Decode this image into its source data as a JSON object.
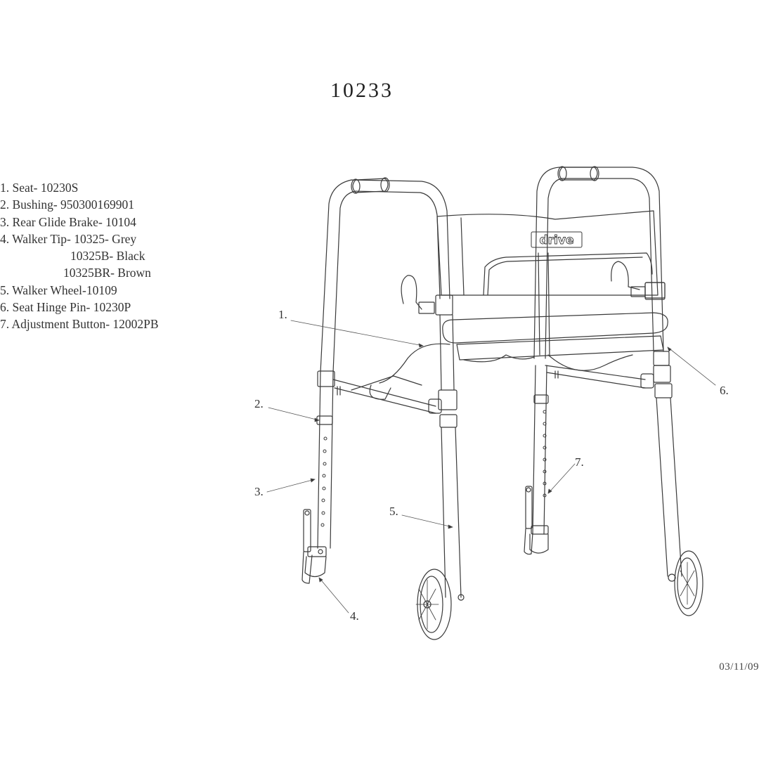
{
  "diagram": {
    "title": "10233",
    "date": "03/11/09",
    "brand_logo_text": "drive",
    "parts": [
      {
        "number": "1.",
        "text": "1. Seat- 10230S"
      },
      {
        "number": "2.",
        "text": "2. Bushing- 950300169901"
      },
      {
        "number": "3.",
        "text": "3. Rear Glide Brake- 10104"
      },
      {
        "number": "4.",
        "text": "4. Walker Tip- 10325- Grey"
      },
      {
        "number": "",
        "text": "10325B- Black"
      },
      {
        "number": "",
        "text": "10325BR- Brown"
      },
      {
        "number": "5.",
        "text": "5. Walker Wheel-10109"
      },
      {
        "number": "6.",
        "text": "6. Seat Hinge Pin- 10230P"
      },
      {
        "number": "7.",
        "text": "7. Adjustment Button- 12002PB"
      }
    ],
    "callouts": [
      {
        "label": "1.",
        "target": "seat"
      },
      {
        "label": "2.",
        "target": "bushing"
      },
      {
        "label": "3.",
        "target": "rear-glide-brake"
      },
      {
        "label": "4.",
        "target": "walker-tip"
      },
      {
        "label": "5.",
        "target": "walker-wheel"
      },
      {
        "label": "6.",
        "target": "seat-hinge-pin"
      },
      {
        "label": "7.",
        "target": "adjustment-button"
      }
    ],
    "line_color": "#3a3a3a",
    "background": "#ffffff"
  }
}
